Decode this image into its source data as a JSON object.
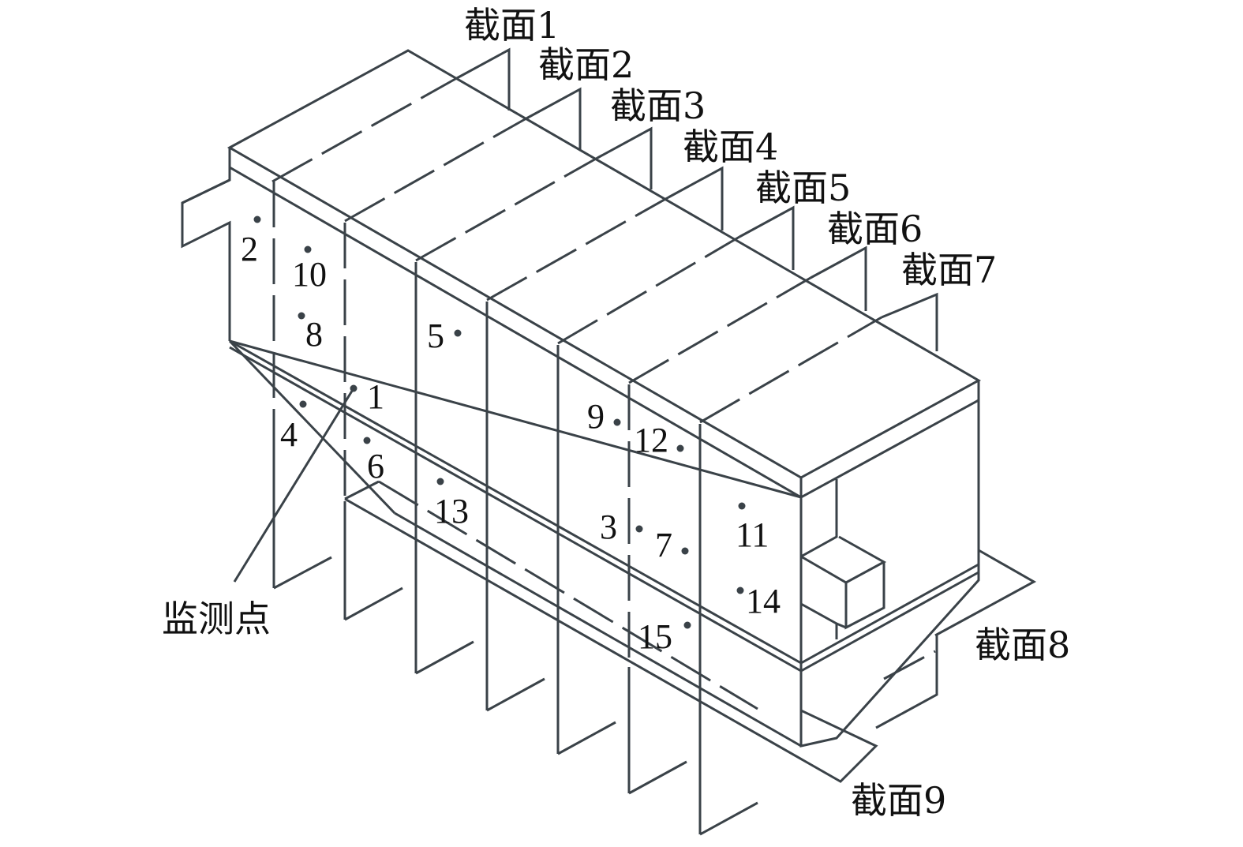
{
  "colors": {
    "line": "#3a4248",
    "text": "#111111",
    "background": "#ffffff"
  },
  "sections": [
    {
      "id": "s1",
      "label": "截面1"
    },
    {
      "id": "s2",
      "label": "截面2"
    },
    {
      "id": "s3",
      "label": "截面3"
    },
    {
      "id": "s4",
      "label": "截面4"
    },
    {
      "id": "s5",
      "label": "截面5"
    },
    {
      "id": "s6",
      "label": "截面6"
    },
    {
      "id": "s7",
      "label": "截面7"
    },
    {
      "id": "s8",
      "label": "截面8"
    },
    {
      "id": "s9",
      "label": "截面9"
    }
  ],
  "monitoring_points": [
    "1",
    "2",
    "3",
    "4",
    "5",
    "6",
    "7",
    "8",
    "9",
    "10",
    "11",
    "12",
    "13",
    "14",
    "15"
  ],
  "callout": {
    "label": "监测点"
  }
}
